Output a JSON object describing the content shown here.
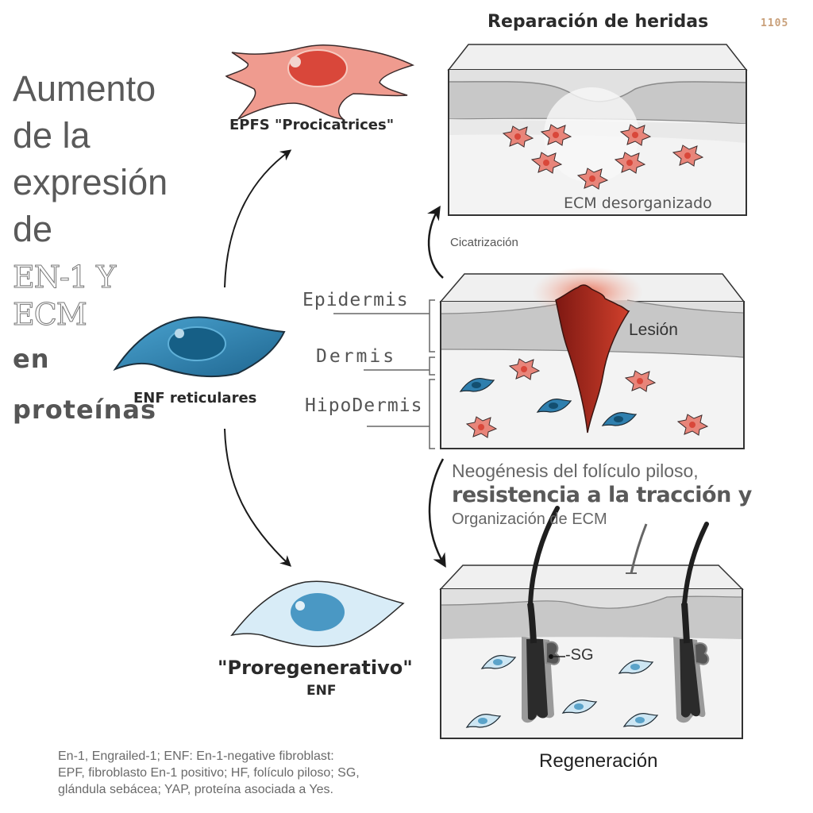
{
  "page_number": "1105",
  "left_title": {
    "line1": "Aumento",
    "line2": "de la",
    "line3": "expresión",
    "line4": "de",
    "line5": "EN-1 Y",
    "line6": "ECM",
    "line7": "en",
    "line8": "proteínas"
  },
  "cells": {
    "procicatrices": "EPFS \"Procicatrices\"",
    "reticulares": "ENF reticulares",
    "proregenerativo": "\"Proregenerativo\"",
    "proregenerativo_sub": "ENF"
  },
  "panels": {
    "repair": {
      "title": "Reparación de heridas",
      "inner_label": "ECM desorganizado"
    },
    "wound": {
      "lesion_label": "Lesión",
      "layers": [
        "Epidermis",
        "Dermis",
        "HipoDermis"
      ]
    },
    "regeneration": {
      "sg_label": "-SG",
      "title": "Regeneración"
    }
  },
  "transitions": {
    "scarring": "Cicatrización",
    "regen_line1": "Neogénesis del folículo piloso,",
    "regen_line2": "resistencia a la tracción y",
    "regen_line3": "Organización de ECM"
  },
  "footnote": {
    "line1": "En-1, Engrailed-1; ENF: En-1-negative fibroblast:",
    "line2": "EPF, fibroblasto En-1 positivo; HF, folículo piloso; SG,",
    "line3": "glándula sebácea; YAP, proteína asociada a Yes."
  },
  "colors": {
    "epf_red": "#e8857a",
    "epf_nucleus": "#d9473a",
    "enf_blue": "#2f7fae",
    "enf_light": "#cde6f3",
    "wound_red": "#a8261e",
    "skin_gray": "#cfcfcf"
  }
}
